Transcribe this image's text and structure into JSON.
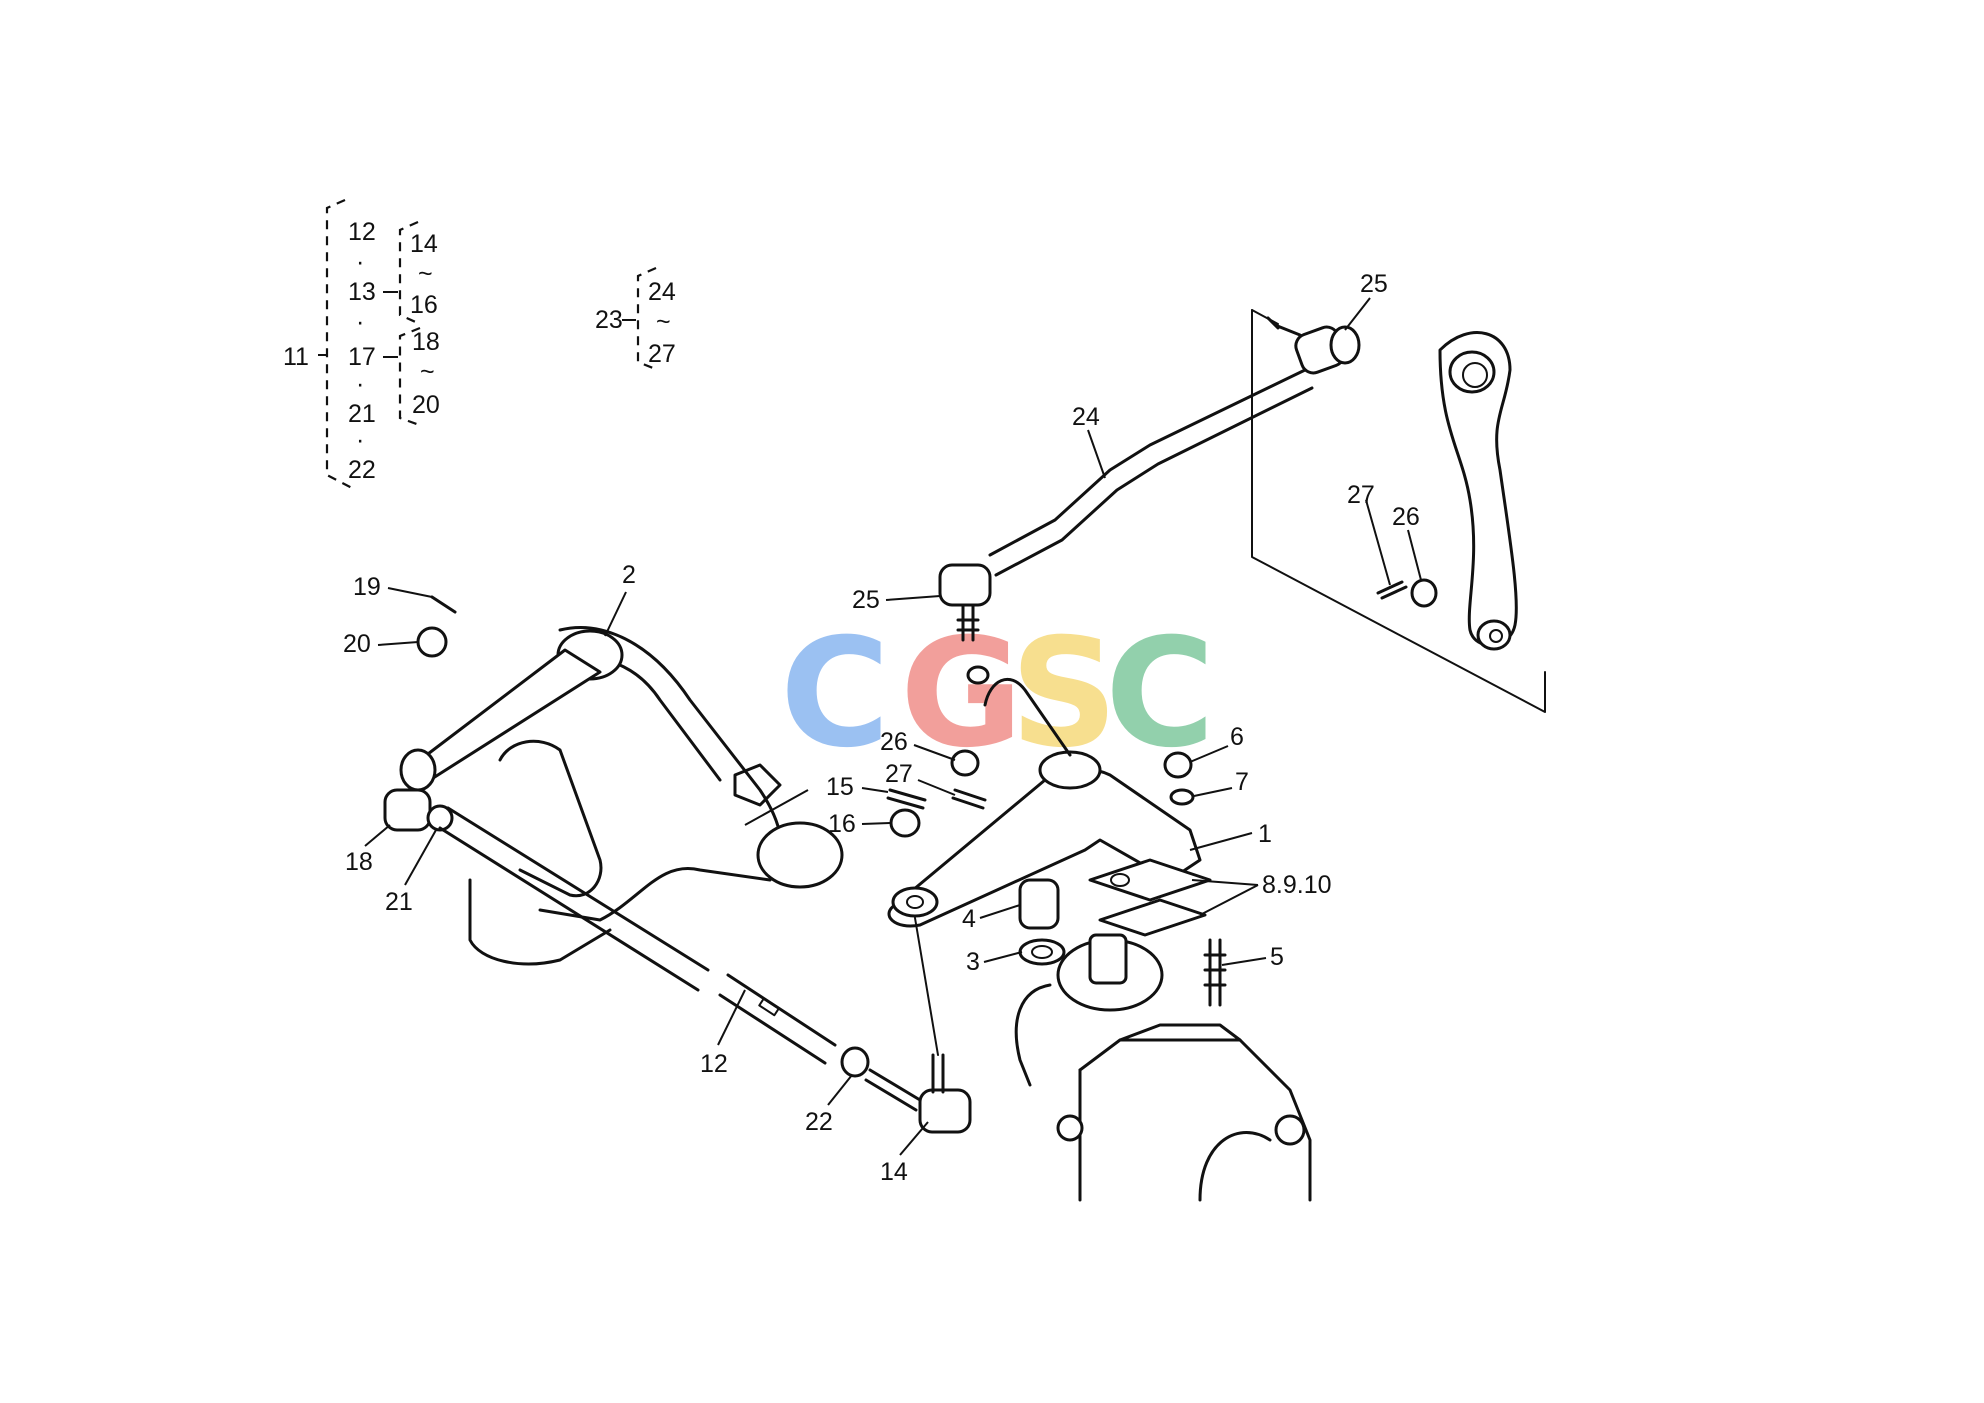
{
  "watermark": {
    "letters": [
      "C",
      "G",
      "S",
      "C"
    ],
    "colors": [
      "#4a8fe8",
      "#e8524a",
      "#f2c535",
      "#3aaa6a"
    ]
  },
  "legend_left": {
    "root": "11",
    "items": [
      "12",
      "13",
      "17",
      "21",
      "22"
    ],
    "sub13": {
      "from": "14",
      "to": "16"
    },
    "sub17": {
      "from": "18",
      "to": "20"
    },
    "tilde": "~",
    "dot": "·"
  },
  "legend_mid": {
    "root": "23",
    "from": "24",
    "to": "27",
    "tilde": "~"
  },
  "callouts": {
    "c1": "1",
    "c2": "2",
    "c3": "3",
    "c4": "4",
    "c5": "5",
    "c6": "6",
    "c7": "7",
    "c8910": "8.9.10",
    "c12": "12",
    "c14": "14",
    "c15": "15",
    "c16": "16",
    "c18": "18",
    "c19": "19",
    "c20": "20",
    "c21": "21",
    "c22": "22",
    "c24": "24",
    "c25_top": "25",
    "c25_left": "25",
    "c26_mid": "26",
    "c26_right": "26",
    "c27_mid": "27",
    "c27_right": "27"
  }
}
